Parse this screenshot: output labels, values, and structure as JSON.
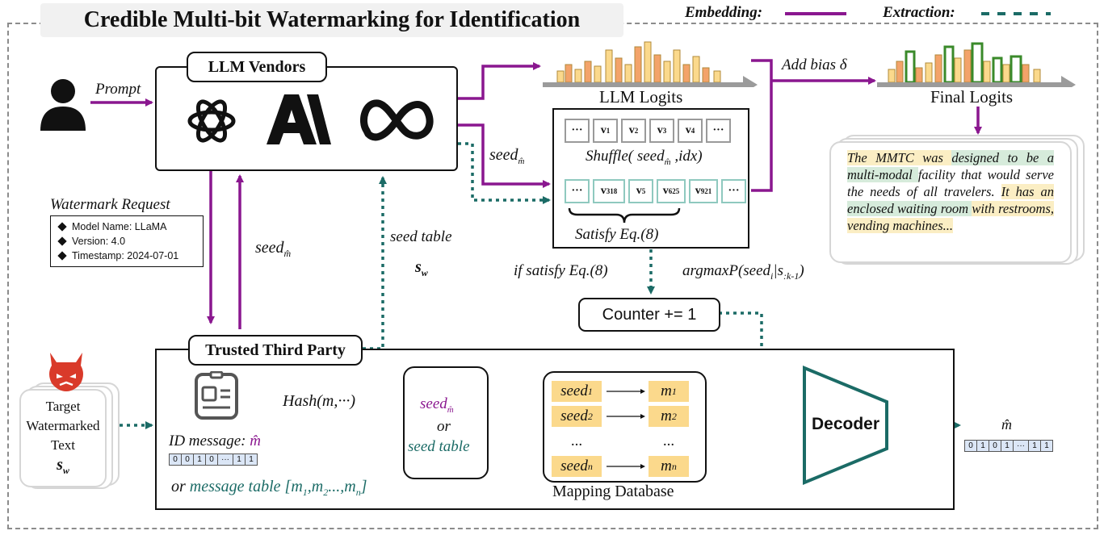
{
  "title": "Credible Multi-bit Watermarking for Identification",
  "legend": {
    "embedding_label": "Embedding:",
    "extraction_label": "Extraction:",
    "embedding_color": "#8a178f",
    "extraction_color": "#1b6b66"
  },
  "user": {
    "icon": "person-icon",
    "prompt_label": "Prompt"
  },
  "vendors": {
    "label": "LLM Vendors",
    "logos": [
      "openai-logo-icon",
      "anthropic-logo-icon",
      "meta-logo-icon"
    ]
  },
  "request": {
    "title": "Watermark Request",
    "items": [
      "Model Name: LLaMA",
      "Version: 4.0",
      "Timestamp: 2024-07-01"
    ]
  },
  "seed_m_hat_left": "seed",
  "seed_table_label": "seed table",
  "s_w_label": "s",
  "s_w_sub": "w",
  "logits": {
    "llm_label": "LLM Logits",
    "final_label": "Final Logits",
    "bias_label": "Add bias δ"
  },
  "shuffle": {
    "seed_label": "seed",
    "top_tokens": [
      "···",
      "v",
      "v",
      "v",
      "v",
      "···"
    ],
    "top_subs": [
      "",
      "1",
      "2",
      "3",
      "4",
      ""
    ],
    "func_prefix": "Shuffle( seed",
    "func_suffix": " ,idx)",
    "bottom_tokens": [
      "···",
      "v",
      "v",
      "v",
      "v",
      "···"
    ],
    "bottom_subs": [
      "",
      "318",
      "5",
      "625",
      "921",
      ""
    ],
    "satisfy_label": "Satisfy Eq.(8)"
  },
  "generated_text": {
    "segments": [
      {
        "t": "The MMTC was ",
        "c": "hy"
      },
      {
        "t": "designed to be a multi-modal ",
        "c": "hg"
      },
      {
        "t": "facility that would serve the needs of all travelers. ",
        "c": ""
      },
      {
        "t": "It has an ",
        "c": "hy"
      },
      {
        "t": "enclosed waiting room ",
        "c": "hg"
      },
      {
        "t": "with restrooms, vending machines...",
        "c": "hy"
      }
    ]
  },
  "counter": {
    "if_label": "if satisfy Eq.(8)",
    "argmax_label": "argmaxP(seed",
    "argmax_i": "i",
    "argmax_cond": "|s",
    "argmax_sub": ":k-1",
    "argmax_close": ")",
    "box_label": "Counter += 1"
  },
  "ttp": {
    "label": "Trusted Third Party",
    "id_icon": "id-card-icon",
    "hash_label": "Hash(m,···)",
    "id_message_label": "ID message: ",
    "m_hat": "m̂",
    "bits": [
      "0",
      "0",
      "1",
      "0",
      "···",
      "1",
      "1"
    ],
    "message_table_prefix": "or ",
    "message_table_label": "message table [m",
    "seed_box": {
      "top": "seed",
      "or": "or",
      "bottom": "seed table"
    },
    "mapping": {
      "rows": [
        {
          "seed": "seed",
          "seed_sub": "1",
          "m": "m",
          "m_sub": "1"
        },
        {
          "seed": "seed",
          "seed_sub": "2",
          "m": "m",
          "m_sub": "2"
        },
        {
          "seed": "...",
          "seed_sub": "",
          "m": "...",
          "m_sub": ""
        },
        {
          "seed": "seed",
          "seed_sub": "n",
          "m": "m",
          "m_sub": "n"
        }
      ],
      "label": "Mapping Database"
    }
  },
  "target": {
    "devil_icon": "devil-icon",
    "lines": [
      "Target",
      "Watermarked",
      "Text"
    ],
    "s": "s",
    "s_sub": "w"
  },
  "decoder": {
    "label": "Decoder"
  },
  "output": {
    "m_hat": "m̂",
    "bits": [
      "0",
      "1",
      "0",
      "1",
      "···",
      "1",
      "1"
    ]
  }
}
